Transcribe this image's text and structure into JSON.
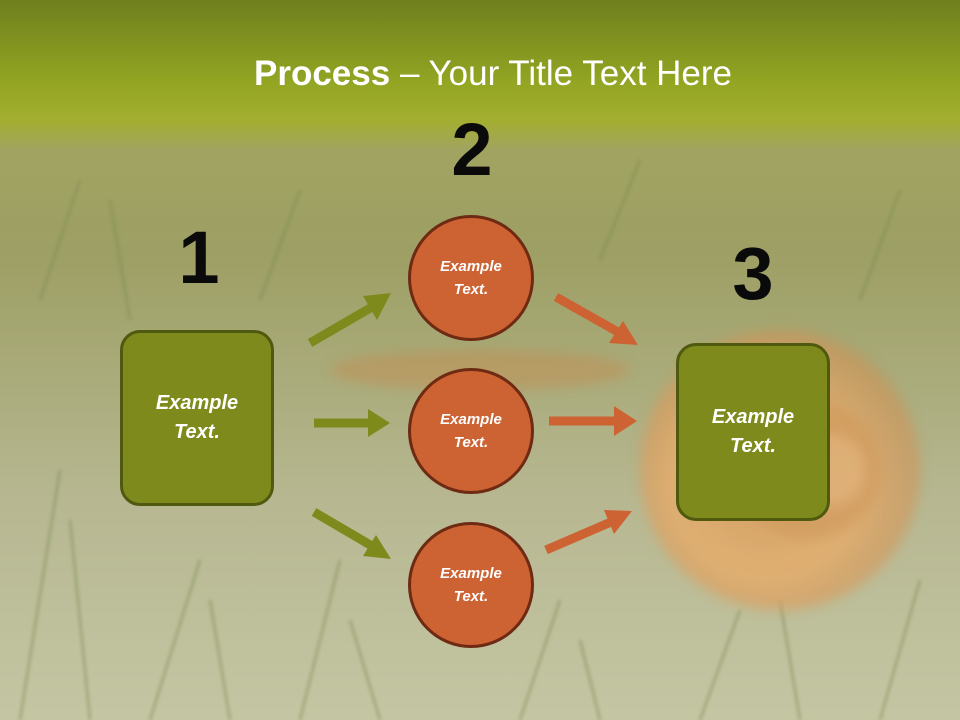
{
  "slide": {
    "title_bold": "Process",
    "title_rest": " – Your Title Text Here"
  },
  "steps": {
    "step1_number": "1",
    "step2_number": "2",
    "step3_number": "3"
  },
  "nodes": {
    "left_box": "Example Text.",
    "circle_top": "Example Text.",
    "circle_middle": "Example Text.",
    "circle_bottom": "Example Text.",
    "right_box": "Example Text."
  },
  "colors": {
    "title_band": "#93a522",
    "box_fill": "#7e8a1c",
    "box_border": "#4f5a10",
    "circle_fill": "#cd6232",
    "circle_border": "#6e2a12",
    "green_arrow": "#7e8a1c",
    "orange_arrow": "#cd6232"
  }
}
